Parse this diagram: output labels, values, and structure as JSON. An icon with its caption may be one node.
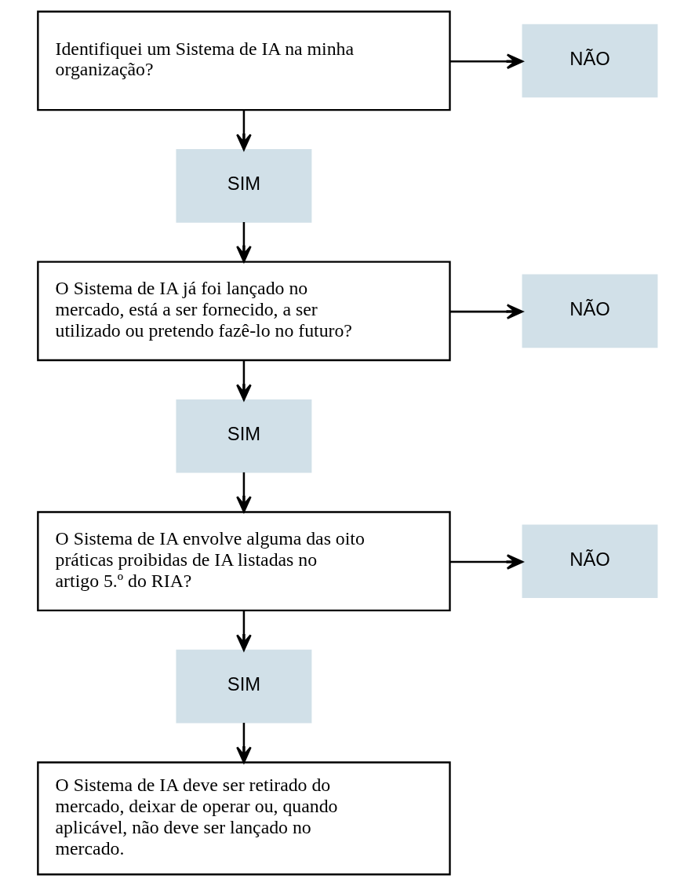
{
  "diagram": {
    "nodes": [
      {
        "text": [
          "Identifiquei um Sistema de IA na minha organização?"
        ]
      },
      {
        "text": [
          "NÃO"
        ]
      },
      {
        "text": [
          "SIM"
        ]
      },
      {
        "text": [
          "O Sistema de IA já foi lançado no mercado, está a ser fornecido, a ser utilizado ou pretendo fazê-lo no futuro?"
        ]
      },
      {
        "text": [
          "NÃO"
        ]
      },
      {
        "text": [
          "SIM"
        ]
      },
      {
        "text": [
          "O Sistema de IA envolve alguma das oito práticas proibidas de IA listadas no artigo 5.º do RIA?"
        ]
      },
      {
        "text": [
          "NÃO"
        ]
      },
      {
        "text": [
          "SIM"
        ]
      },
      {
        "text": [
          "O Sistema de IA deve ser retirado do mercado, deixar de operar ou, quando aplicável, não deve ser lançado no mercado."
        ]
      }
    ],
    "edges": [
      {
        "from": 0,
        "to": 1,
        "arrow": "to"
      },
      {
        "from": 0,
        "to": 2,
        "arrow": "to"
      },
      {
        "from": 2,
        "to": 3,
        "arrow": "to"
      },
      {
        "from": 3,
        "to": 4,
        "arrow": "to"
      },
      {
        "from": 3,
        "to": 5,
        "arrow": "to"
      },
      {
        "from": 5,
        "to": 6,
        "arrow": "to"
      },
      {
        "from": 6,
        "to": 7,
        "arrow": "to"
      },
      {
        "from": 6,
        "to": 8,
        "arrow": "to"
      },
      {
        "from": 8,
        "to": 9,
        "arrow": "to"
      }
    ]
  }
}
